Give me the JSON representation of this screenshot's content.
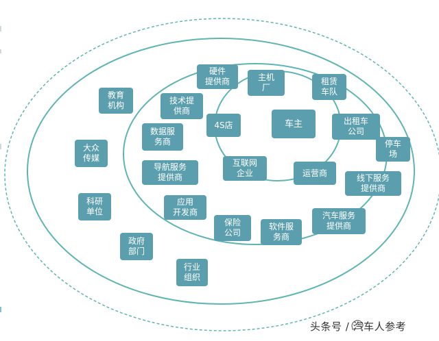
{
  "colors": {
    "ring": "#5db5b3",
    "node_fill": "#5b9fae",
    "node_text": "#ffffff"
  },
  "nodes": {
    "hardware": "硬件\n提供商",
    "oem": "主机\n厂",
    "leasing_fleet": "租赁\n车队",
    "tech_provider": "技术提\n供商",
    "dealer_4s": "4S店",
    "car_owner": "车主",
    "taxi_company": "出租车\n公司",
    "parking_lot": "停车\n场",
    "data_service": "数据服\n务商",
    "internet_company": "互联网\n企业",
    "operator": "运营商",
    "navigation_provider": "导航服务\n提供商",
    "offline_service": "线下服务\n提供商",
    "app_developer": "应用\n开发商",
    "insurance": "保险\n公司",
    "software_service": "软件服\n务商",
    "auto_service": "汽车服务\n提供商",
    "education": "教育\n机构",
    "mass_media": "大众\n传媒",
    "research_unit": "科研\n单位",
    "government": "政府\n部门",
    "industry_org": "行业\n组织"
  },
  "watermark": {
    "text": "头条号 / 汽车人参考"
  }
}
